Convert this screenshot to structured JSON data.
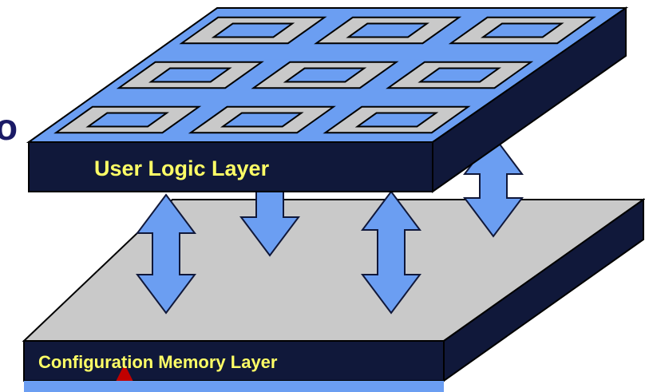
{
  "diagram": {
    "top_layer_label": "User Logic Layer",
    "bottom_layer_label": "Configuration Memory Layer",
    "left_edge_text": "o",
    "colors": {
      "navy": "#10183a",
      "blue": "#6b9ef2",
      "gray": "#c9c9c9",
      "label_yellow": "#ffff66",
      "pointer_red": "#c00000"
    },
    "grid": {
      "rows": 3,
      "cols": 3
    }
  }
}
